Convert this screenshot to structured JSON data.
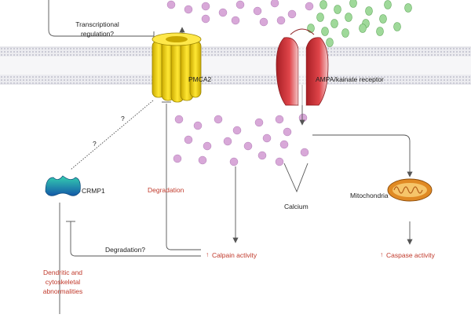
{
  "labels": {
    "transcriptional": [
      "Transcriptional",
      "regulation?"
    ],
    "pmca2": "PMCA2",
    "ampa": "AMPA/kainate receptor",
    "crmp1": "CRMP1",
    "degradation_red": "Degradation",
    "calcium": "Calcium",
    "mitochondria": "Mitochondria",
    "degradation_q": "Degradation?",
    "calpain": "Calpain activity",
    "caspase": "Caspase activity",
    "dendritic": [
      "Dendritic and",
      "cytoskeletal",
      "abnormalities"
    ],
    "q_upper": "?",
    "q_lower": "?",
    "up_arrow": "↑"
  },
  "colors": {
    "membrane": "#e6e6ea",
    "membrane_stripe": "#b9b9c6",
    "calcium_ion": "#d8a8d8",
    "calcium_ion_edge": "#b07cb5",
    "glutamate": "#9fd99a",
    "pmca2": "#f2d000",
    "pmca2_edge": "#9a8400",
    "ampa": "#d8343a",
    "crmp1": "#1b7fa8",
    "mitochondria": "#e08a24",
    "red_text": "#c0392b",
    "line": "#555555"
  }
}
